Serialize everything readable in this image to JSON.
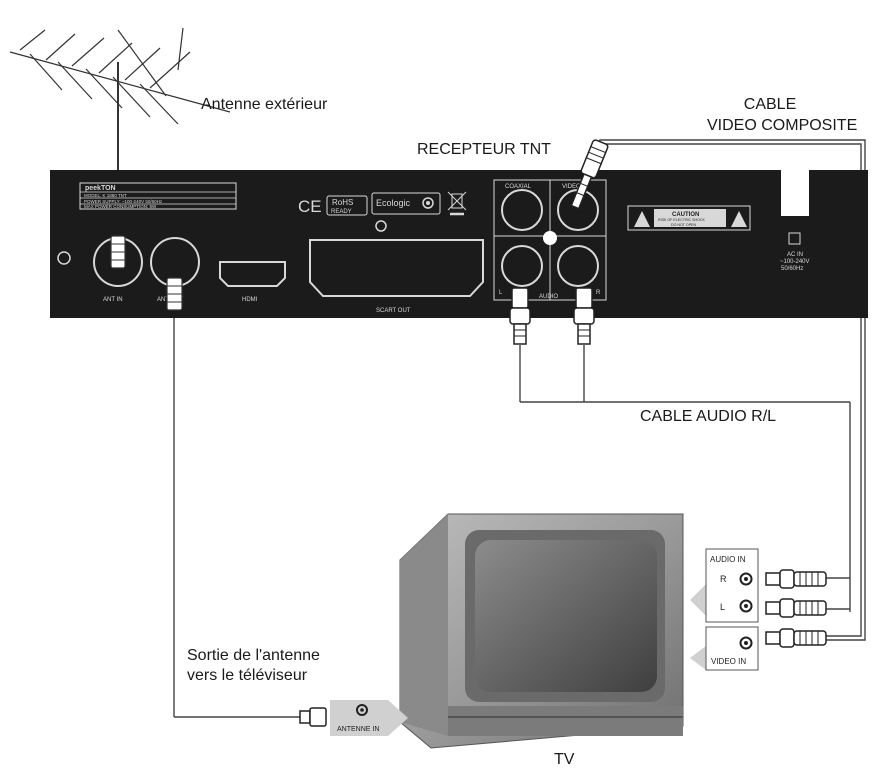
{
  "labels": {
    "antenna": "Antenne extérieur",
    "receiver": "RECEPTEUR TNT",
    "cable_video_line1": "CABLE",
    "cable_video_line2": "VIDEO COMPOSITE",
    "cable_audio": "CABLE AUDIO R/L",
    "antenna_out_line1": "Sortie de l'antenne",
    "antenna_out_line2": "vers le téléviseur",
    "tv": "TV"
  },
  "receiver_panel": {
    "brand": "peekTON",
    "model": "MODEL: K 1880 TNT",
    "power_supply": "POWER SUPPLY: ~100-240V 50/60Hz",
    "max_power": "MAX POWER CONSUMPTION: 8W",
    "ce": "CE",
    "rohs_line1": "RoHS",
    "rohs_line2": "READY",
    "ecologic": "Ecologic",
    "ant_in": "ANT IN",
    "ant_out": "ANT OUT",
    "hdmi": "HDMI",
    "scart_out": "SCART OUT",
    "coaxial": "COAXIAL",
    "video": "VIDEO",
    "audio": "AUDIO",
    "left": "L",
    "right": "R",
    "caution": "CAUTION",
    "caution_line1": "RISK OF ELECTRIC SHOCK",
    "caution_line2": "DO NOT OPEN",
    "ac_in_line1": "AC IN",
    "ac_in_line2": "~100-240V",
    "ac_in_line3": "50/60Hz"
  },
  "tv_panel": {
    "audio_in": "AUDIO IN",
    "r": "R",
    "l": "L",
    "video_in": "VIDEO IN",
    "antenne_in": "ANTENNE IN"
  }
}
